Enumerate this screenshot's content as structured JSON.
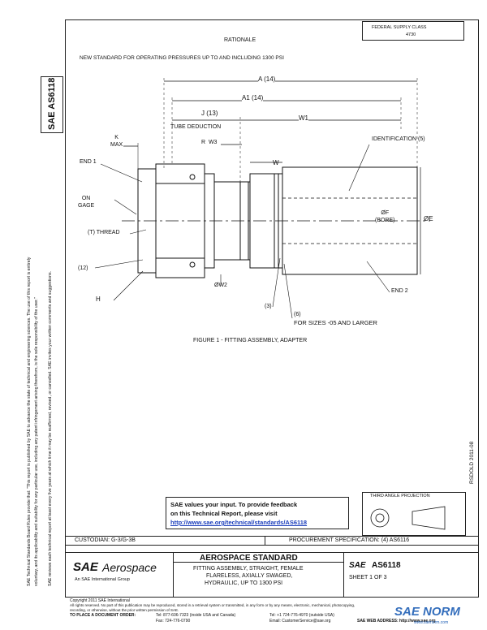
{
  "header": {
    "stamp_line1": "FEDERAL SUPPLY CLASS",
    "stamp_line2": "4730",
    "rationale_title": "RATIONALE",
    "rationale_text": "NEW STANDARD FOR OPERATING PRESSURES UP TO AND INCLUDING 1300 PSI"
  },
  "side_strip": {
    "doc_number": "SAE AS6118",
    "disclaimer_line1": "SAE Technical Standards Board Rules provide that: \"This report is published by SAE to advance the state of technical and engineering sciences. The use of this report is entirely",
    "disclaimer_line2": "voluntary, and its applicability and suitability for any particular use, including any patent infringement arising therefrom, is the sole responsibility of the user.\"",
    "disclaimer_line3": "SAE reviews each technical report at least every five years at which time it may be reaffirmed, revised, or cancelled. SAE invites your written comments and suggestions.",
    "right_code": "RSDOLD 2011-08"
  },
  "drawing": {
    "labels": {
      "a": "A (14)",
      "a1": "A1 (14)",
      "j": "J (13)",
      "tube_deduction": "TUBE DEDUCTION",
      "w1": "W1",
      "k_max": "K\nMAX",
      "r_w3": "R  W3",
      "w": "W",
      "identification": "IDENTIFICATION (5)",
      "end1": "END 1",
      "on_gage": "ON\nGAGE",
      "t_thread": "(T) THREAD",
      "dim_f_bore": "ØF\n(BORE)",
      "dim_e": "ØE",
      "ref12": "(12)",
      "h": "H",
      "w2": "ØW2",
      "ref3": "(3)",
      "end2": "END 2",
      "ref6": "(6)",
      "sizes_note": "FOR SIZES -05 AND LARGER"
    },
    "caption": "FIGURE 1 - FITTING ASSEMBLY, ADAPTER"
  },
  "feedback": {
    "line1": "SAE values your input. To provide feedback",
    "line2": "on this Technical Report, please visit",
    "url": "http://www.sae.org/technical/standards/AS6118"
  },
  "projection": {
    "label": "THIRD ANGLE PROJECTION"
  },
  "title_block": {
    "custodian": "CUSTODIAN: G-3/G-3B",
    "procurement": "PROCUREMENT SPECIFICATION: (4) AS6116",
    "logo_sae": "SAE",
    "logo_aero": "Aerospace",
    "logo_sub": "An SAE International Group",
    "std_heading": "AEROSPACE STANDARD",
    "title_line1": "FITTING ASSEMBLY, STRAIGHT, FEMALE",
    "title_line2": "FLARELESS, AXIALLY SWAGED,",
    "title_line3": "HYDRAULIC, UP TO 1300 PSI",
    "sae_mark": "SAE",
    "doc_id": "AS6118",
    "sheet": "SHEET 1 OF 3"
  },
  "footer": {
    "copyright": "Copyright 2011 SAE International",
    "rights": "All rights reserved. No part of this publication may be reproduced, stored in a retrieval system or transmitted, in any form or by any means, electronic, mechanical, photocopying,",
    "rights2": "recording, or otherwise, without the prior written permission of SAE.",
    "order_label": "TO PLACE A DOCUMENT ORDER:",
    "tel1": "Tel: 877-606-7323 (inside USA and Canada)",
    "tel2": "Tel: +1 724-776-4970 (outside USA)",
    "fax": "Fax: 724-776-0790",
    "email": "Email: CustomerService@sae.org",
    "web": "SAE WEB ADDRESS: http://www.sae.org",
    "watermark": "SAE NORM",
    "watermark_sub": "www.saenorm.com"
  },
  "colors": {
    "ink": "#111111",
    "link": "#1a3dbb",
    "watermark": "#1f5fb5"
  }
}
